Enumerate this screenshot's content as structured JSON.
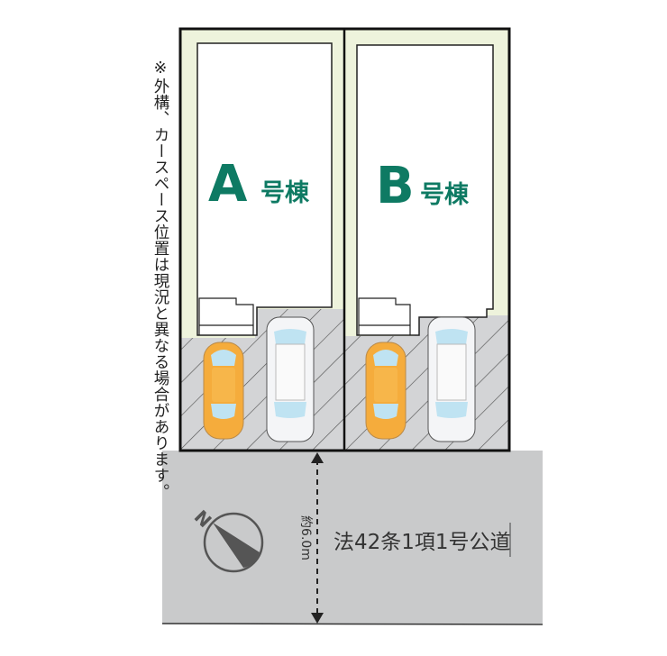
{
  "note": "※外構、カースペース位置は現況と異なる場合があります。",
  "lots": [
    {
      "letter": "A",
      "suffix": "号棟"
    },
    {
      "letter": "B",
      "suffix": "号棟"
    }
  ],
  "road": {
    "label": "法42条1項1号公道",
    "width_label": "約6.0m"
  },
  "compass": {
    "north_label": "N"
  },
  "colors": {
    "label_green": "#0e7a63",
    "setback_green": "#eef3dc",
    "parking_gray": "#d3d4d6",
    "road_gray": "#c9cacb",
    "car_orange": "#f5ac3c",
    "car_white": "#f4f5f7"
  }
}
